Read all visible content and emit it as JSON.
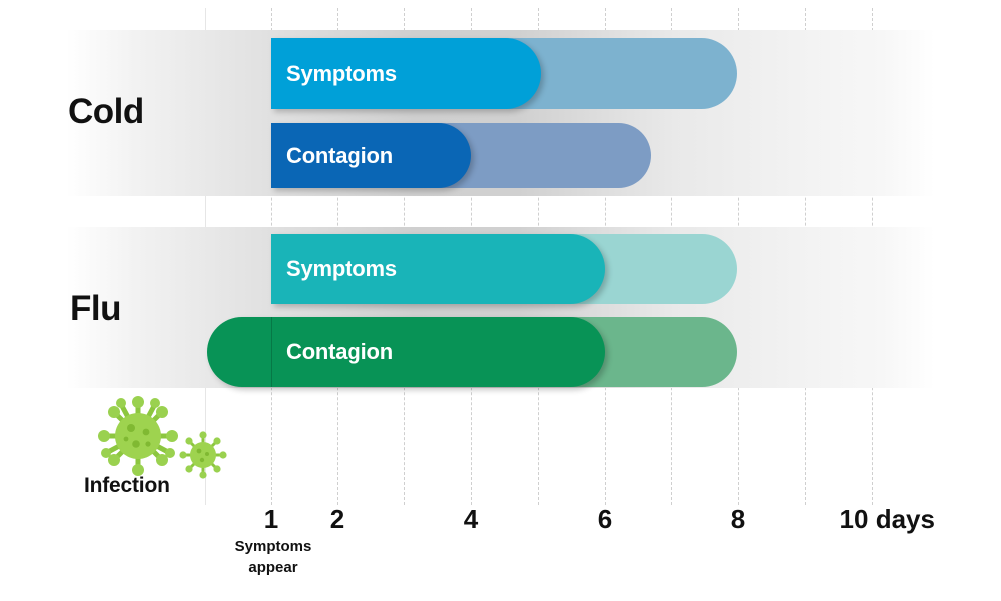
{
  "chart_data": {
    "type": "bar",
    "title": "",
    "subtitle": "",
    "xlabel": "days",
    "ylabel": "",
    "xlim": [
      0,
      10
    ],
    "x_ticks": [
      {
        "value": 1,
        "label": "1"
      },
      {
        "value": 2,
        "label": "2"
      },
      {
        "value": 4,
        "label": "4"
      },
      {
        "value": 6,
        "label": "6"
      },
      {
        "value": 8,
        "label": "8"
      },
      {
        "value": 10,
        "label": "10 days"
      }
    ],
    "x_tick_note": {
      "value": 1,
      "label": "Symptoms\nappear"
    },
    "grid": true,
    "grid_orientation": "vertical",
    "gridline_values": [
      0,
      1,
      2,
      3,
      4,
      5,
      6,
      7,
      8,
      9,
      10
    ],
    "legend": "none",
    "annotations": [
      {
        "label": "Infection",
        "value": 0,
        "icon": "virus-icon"
      }
    ],
    "categories": [
      "Cold",
      "Flu"
    ],
    "series": [
      {
        "name": "Cold Symptoms",
        "category": "Cold",
        "label": "Symptoms",
        "peak_start": 1,
        "peak_end": 5,
        "tail_end": 8,
        "color": "#00a0d8",
        "tail_color": "#7db2cf"
      },
      {
        "name": "Cold Contagion",
        "category": "Cold",
        "label": "Contagion",
        "peak_start": 1,
        "peak_end": 4,
        "tail_end": 6.65,
        "color": "#0a66b5",
        "tail_color": "#7d9cc4"
      },
      {
        "name": "Flu Symptoms",
        "category": "Flu",
        "label": "Symptoms",
        "peak_start": 1,
        "peak_end": 6,
        "tail_end": 8,
        "color": "#19b4b8",
        "tail_color": "#9ad5d2"
      },
      {
        "name": "Flu Contagion",
        "category": "Flu",
        "label": "Contagion",
        "peak_start": 0,
        "peak_end": 6,
        "tail_end": 8,
        "color": "#089356",
        "tail_color": "#6bb68c"
      }
    ]
  },
  "labels": {
    "cold": "Cold",
    "flu": "Flu",
    "infection": "Infection",
    "symptoms_appear": "Symptoms\nappear"
  },
  "bars": {
    "cold_symptoms": "Symptoms",
    "cold_contagion": "Contagion",
    "flu_symptoms": "Symptoms",
    "flu_contagion": "Contagion"
  },
  "ticks": {
    "t1": "1",
    "t2": "2",
    "t4": "4",
    "t6": "6",
    "t8": "8",
    "t10": "10 days"
  },
  "colors": {
    "cold_symptoms": "#00a0d8",
    "cold_symptoms_tail": "#7db2cf",
    "cold_contagion": "#0a66b5",
    "cold_contagion_tail": "#7d9cc4",
    "flu_symptoms": "#19b4b8",
    "flu_symptoms_tail": "#9ad5d2",
    "flu_contagion": "#089356",
    "flu_contagion_tail": "#6bb68c",
    "virus": "#8cc63f",
    "text": "#111111"
  }
}
